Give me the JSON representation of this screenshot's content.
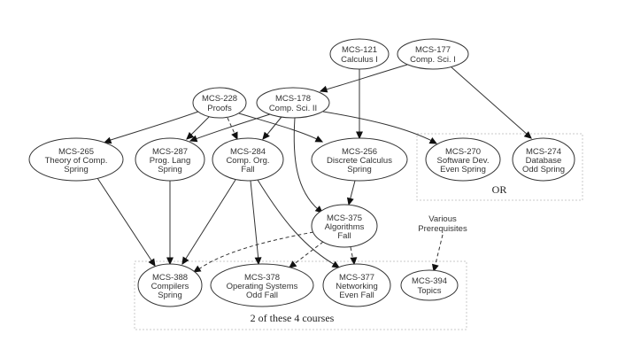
{
  "title": "Course prerequisite diagram",
  "nodes": {
    "mcs121": {
      "lines": [
        "MCS-121",
        "Calculus I"
      ]
    },
    "mcs177": {
      "lines": [
        "MCS-177",
        "Comp. Sci. I"
      ]
    },
    "mcs228": {
      "lines": [
        "MCS-228",
        "Proofs"
      ]
    },
    "mcs178": {
      "lines": [
        "MCS-178",
        "Comp. Sci. II"
      ]
    },
    "mcs265": {
      "lines": [
        "MCS-265",
        "Theory of Comp.",
        "Spring"
      ]
    },
    "mcs287": {
      "lines": [
        "MCS-287",
        "Prog. Lang",
        "Spring"
      ]
    },
    "mcs284": {
      "lines": [
        "MCS-284",
        "Comp. Org.",
        "Fall"
      ]
    },
    "mcs256": {
      "lines": [
        "MCS-256",
        "Discrete Calculus",
        "Spring"
      ]
    },
    "mcs270": {
      "lines": [
        "MCS-270",
        "Software Dev.",
        "Even Spring"
      ]
    },
    "mcs274": {
      "lines": [
        "MCS-274",
        "Database",
        "Odd Spring"
      ]
    },
    "mcs375": {
      "lines": [
        "MCS-375",
        "Algorithms",
        "Fall"
      ]
    },
    "mcs388": {
      "lines": [
        "MCS-388",
        "Compilers",
        "Spring"
      ]
    },
    "mcs378": {
      "lines": [
        "MCS-378",
        "Operating Systems",
        "Odd Fall"
      ]
    },
    "mcs377": {
      "lines": [
        "MCS-377",
        "Networking",
        "Even Fall"
      ]
    },
    "mcs394": {
      "lines": [
        "MCS-394",
        "Topics"
      ]
    }
  },
  "plain_labels": {
    "various": {
      "lines": [
        "Various",
        "Prerequisites"
      ]
    }
  },
  "clusters": {
    "or_cluster": {
      "label": "OR"
    },
    "two_of_four": {
      "label": "2 of these 4 courses"
    }
  },
  "edges": [
    {
      "from": "mcs121",
      "to": "mcs256",
      "style": "solid"
    },
    {
      "from": "mcs177",
      "to": "mcs178",
      "style": "solid"
    },
    {
      "from": "mcs177",
      "to": "mcs274",
      "style": "solid"
    },
    {
      "from": "mcs228",
      "to": "mcs265",
      "style": "solid"
    },
    {
      "from": "mcs228",
      "to": "mcs287",
      "style": "solid"
    },
    {
      "from": "mcs228",
      "to": "mcs284",
      "style": "dashed"
    },
    {
      "from": "mcs228",
      "to": "mcs256",
      "style": "solid"
    },
    {
      "from": "mcs178",
      "to": "mcs287",
      "style": "solid"
    },
    {
      "from": "mcs178",
      "to": "mcs284",
      "style": "solid"
    },
    {
      "from": "mcs178",
      "to": "mcs375",
      "style": "solid"
    },
    {
      "from": "mcs178",
      "to": "mcs270",
      "style": "solid"
    },
    {
      "from": "mcs256",
      "to": "mcs375",
      "style": "solid"
    },
    {
      "from": "mcs265",
      "to": "mcs388",
      "style": "solid"
    },
    {
      "from": "mcs287",
      "to": "mcs388",
      "style": "solid"
    },
    {
      "from": "mcs284",
      "to": "mcs388",
      "style": "solid"
    },
    {
      "from": "mcs284",
      "to": "mcs378",
      "style": "solid"
    },
    {
      "from": "mcs284",
      "to": "mcs377",
      "style": "solid"
    },
    {
      "from": "mcs375",
      "to": "mcs388",
      "style": "dashed"
    },
    {
      "from": "mcs375",
      "to": "mcs378",
      "style": "dashed"
    },
    {
      "from": "mcs375",
      "to": "mcs377",
      "style": "dashed"
    },
    {
      "from": "various",
      "to": "mcs394",
      "style": "dashed"
    }
  ]
}
